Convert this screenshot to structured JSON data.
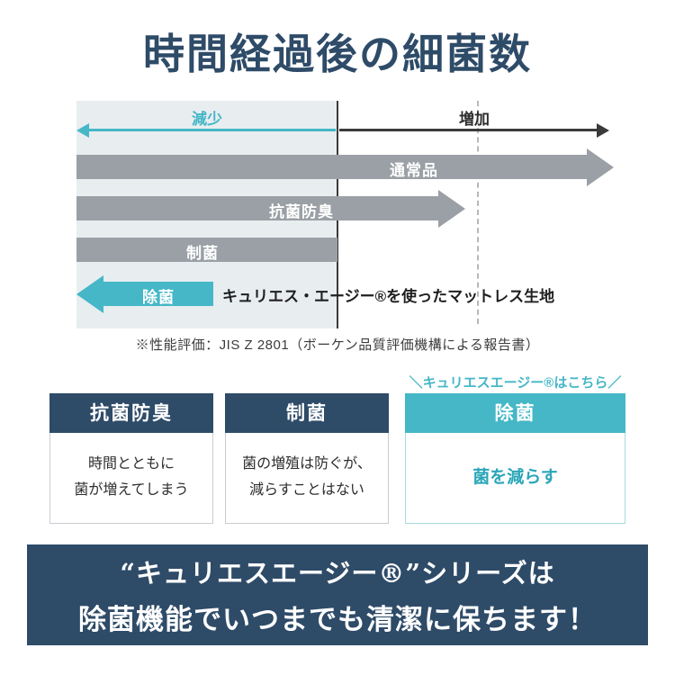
{
  "title": "時間経過後の細菌数",
  "chart": {
    "zones": {
      "decrease": "減少",
      "increase": "増加"
    },
    "rows": [
      {
        "label": "通常品",
        "direction": "right"
      },
      {
        "label": "抗菌防臭",
        "direction": "right"
      },
      {
        "label": "制菌",
        "direction": "none"
      },
      {
        "label": "除菌",
        "direction": "left",
        "note": "キュリエス・エージー®を使ったマットレス生地"
      }
    ],
    "caption": "※性能評価：JIS Z 2801（ボーケン品質評価機構による報告書）"
  },
  "callout": "＼キュリエスエージー®はこちら／",
  "boxes": [
    {
      "header": "抗菌防臭",
      "line1": "時間とともに",
      "line2": "菌が増えてしまう"
    },
    {
      "header": "制菌",
      "line1": "菌の増殖は防ぐが、",
      "line2": "減らすことはない"
    },
    {
      "header": "除菌",
      "line1": "菌を減らす"
    }
  ],
  "banner": {
    "line1": "“キュリエスエージー®”シリーズは",
    "line2": "除菌機能でいつまでも清潔に保ちます！"
  },
  "colors": {
    "navy": "#2e4b68",
    "teal": "#45b7c7",
    "arrow_gray": "#9aa0a5",
    "zone_bg": "#e8edf0"
  }
}
